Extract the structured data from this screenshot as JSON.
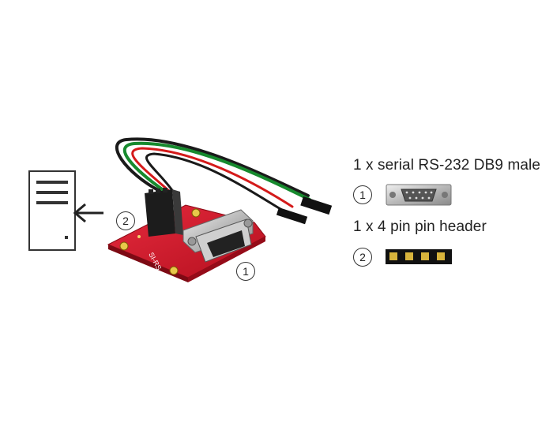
{
  "items": [
    {
      "number": "1",
      "title": "1 x serial RS-232 DB9 male",
      "icon": "db9-connector-icon"
    },
    {
      "number": "2",
      "title": "1 x 4 pin pin header",
      "icon": "pin-header-icon"
    }
  ],
  "board": {
    "silkscreen": "SI-RS",
    "pcb_color": "#d7192e"
  },
  "callouts": {
    "connector": "1",
    "header": "2"
  },
  "document_icon": "document-with-arrow-icon"
}
